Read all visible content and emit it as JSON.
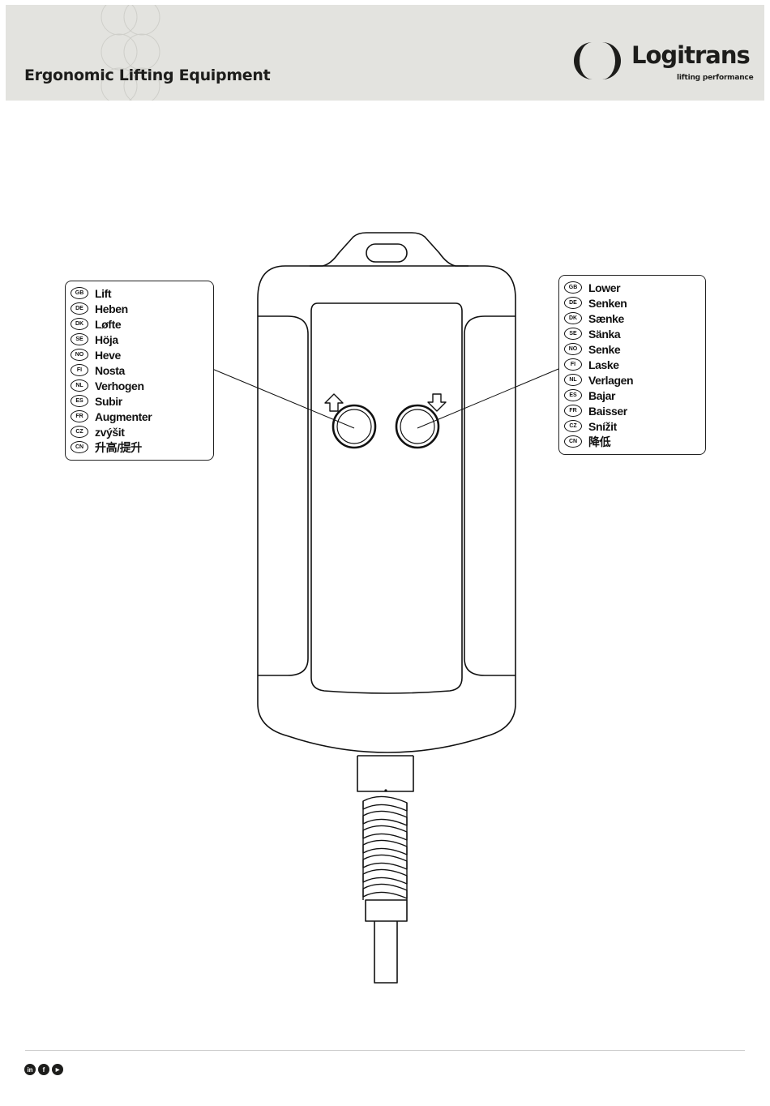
{
  "header": {
    "tagline": "Ergonomic Lifting Equipment",
    "logo_word": "Logitrans",
    "logo_sub": "lifting performance"
  },
  "lift_labels": [
    {
      "code": "GB",
      "text": "Lift"
    },
    {
      "code": "DE",
      "text": "Heben"
    },
    {
      "code": "DK",
      "text": "Løfte"
    },
    {
      "code": "SE",
      "text": "Höja"
    },
    {
      "code": "NO",
      "text": "Heve"
    },
    {
      "code": "FI",
      "text": "Nosta"
    },
    {
      "code": "NL",
      "text": "Verhogen"
    },
    {
      "code": "ES",
      "text": "Subir"
    },
    {
      "code": "FR",
      "text": "Augmenter"
    },
    {
      "code": "CZ",
      "text": "zvýšit"
    },
    {
      "code": "CN",
      "text": "升高/提升"
    }
  ],
  "lower_labels": [
    {
      "code": "GB",
      "text": "Lower"
    },
    {
      "code": "DE",
      "text": "Senken"
    },
    {
      "code": "DK",
      "text": "Sænke"
    },
    {
      "code": "SE",
      "text": "Sänka"
    },
    {
      "code": "NO",
      "text": "Senke"
    },
    {
      "code": "FI",
      "text": "Laske"
    },
    {
      "code": "NL",
      "text": "Verlagen"
    },
    {
      "code": "ES",
      "text": "Bajar"
    },
    {
      "code": "FR",
      "text": "Baisser"
    },
    {
      "code": "CZ",
      "text": "Snížit"
    },
    {
      "code": "CN",
      "text": "降低"
    }
  ],
  "footer": {
    "social": [
      {
        "icon": "linkedin-icon",
        "glyph": "in"
      },
      {
        "icon": "facebook-icon",
        "glyph": "f"
      },
      {
        "icon": "youtube-icon",
        "glyph": "▶"
      }
    ]
  },
  "colors": {
    "header_bg": "#e3e3df",
    "ink": "#1d1d1b"
  }
}
